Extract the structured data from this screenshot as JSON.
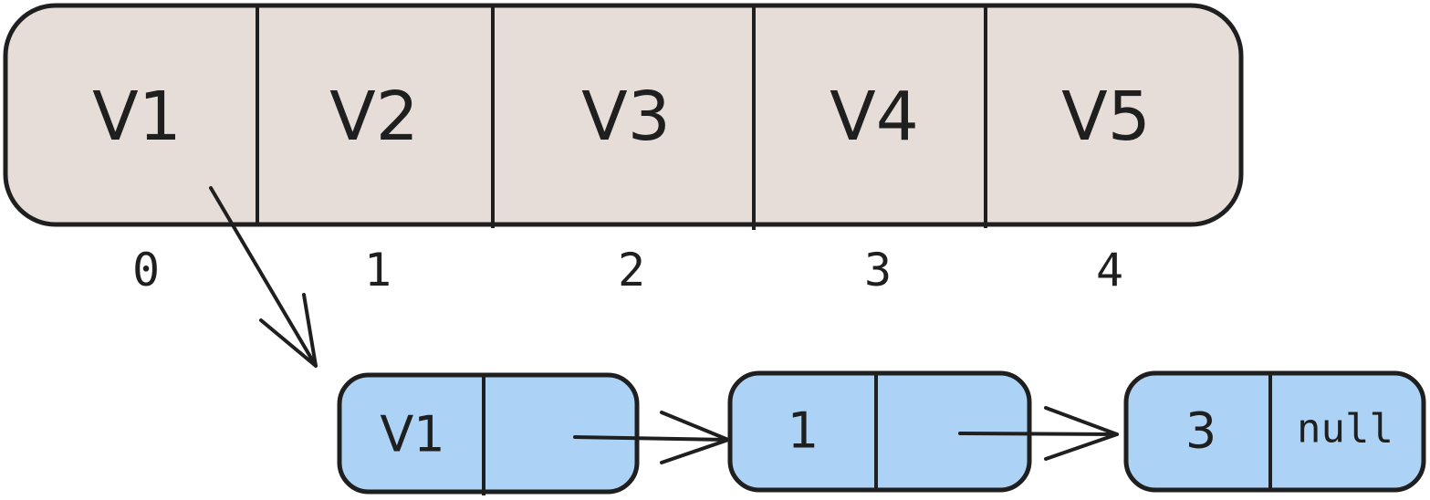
{
  "array": {
    "cells": [
      {
        "label": "V1",
        "index": "0"
      },
      {
        "label": "V2",
        "index": "1"
      },
      {
        "label": "V3",
        "index": "2"
      },
      {
        "label": "V4",
        "index": "3"
      },
      {
        "label": "V5",
        "index": "4"
      }
    ],
    "fill_color": "#e6ddd8"
  },
  "linked_list": {
    "nodes": [
      {
        "value": "V1",
        "next": ""
      },
      {
        "value": "1",
        "next": ""
      },
      {
        "value": "3",
        "next": "null"
      }
    ],
    "fill_color": "#acd3f6"
  }
}
